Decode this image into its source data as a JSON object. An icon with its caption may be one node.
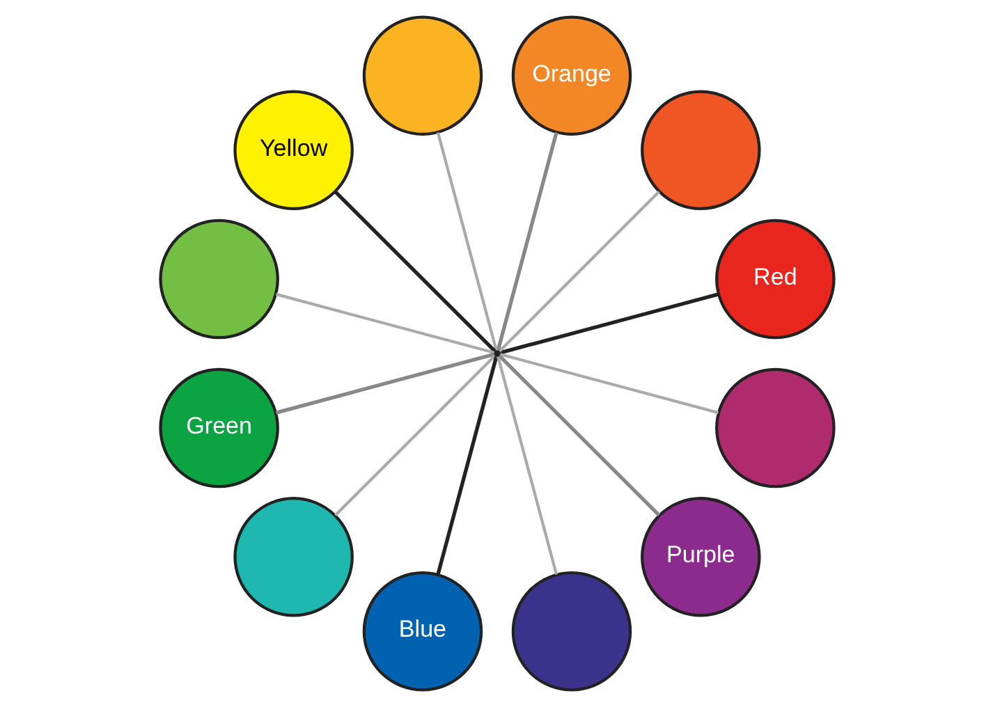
{
  "diagram": {
    "nodes": [
      {
        "text": [
          "Red"
        ]
      },
      {
        "text": [],
        "shape": "circle"
      },
      {
        "text": [
          "Orange"
        ]
      },
      {
        "text": [],
        "shape": "circle"
      },
      {
        "text": [
          "Yellow"
        ]
      },
      {
        "text": [],
        "shape": "circle"
      },
      {
        "text": [
          "Green"
        ]
      },
      {
        "text": [],
        "shape": "circle"
      },
      {
        "text": [
          "Blue"
        ]
      },
      {
        "text": [],
        "shape": "circle"
      },
      {
        "text": [
          "Purple"
        ]
      },
      {
        "text": [],
        "shape": "circle"
      },
      {
        "text": [],
        "shape": "point"
      }
    ],
    "edges": [
      {
        "from": 12,
        "to": 0,
        "arrow": "none",
        "color": "#222222"
      },
      {
        "from": 12,
        "to": 1,
        "arrow": "none"
      },
      {
        "from": 12,
        "to": 2,
        "arrow": "none",
        "color": "#888888"
      },
      {
        "from": 12,
        "to": 3,
        "arrow": "none"
      },
      {
        "from": 12,
        "to": 4,
        "arrow": "none",
        "color": "#222222"
      },
      {
        "from": 12,
        "to": 5,
        "arrow": "none"
      },
      {
        "from": 12,
        "to": 6,
        "arrow": "none",
        "color": "#888888"
      },
      {
        "from": 12,
        "to": 7,
        "arrow": "none"
      },
      {
        "from": 12,
        "to": 8,
        "arrow": "none",
        "color": "#222222"
      },
      {
        "from": 12,
        "to": 9,
        "arrow": "none"
      },
      {
        "from": 12,
        "to": 10,
        "arrow": "none",
        "color": "#888888"
      },
      {
        "from": 12,
        "to": 11,
        "arrow": "none"
      }
    ]
  }
}
